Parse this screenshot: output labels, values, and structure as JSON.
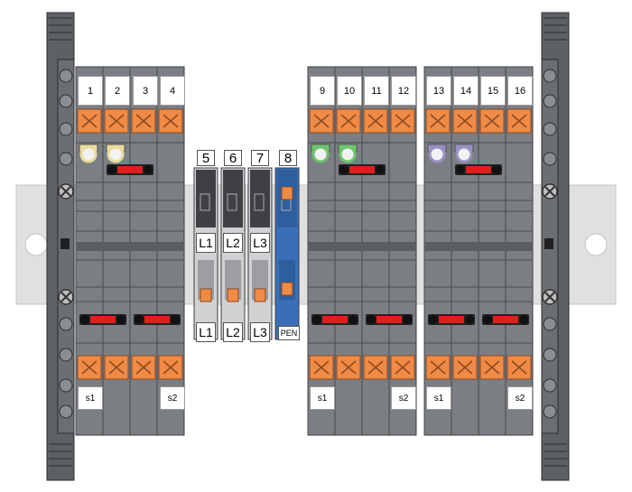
{
  "colors": {
    "background": "#ffffff",
    "din_rail": "#e0e0e0",
    "end_bracket": "#5d6064",
    "terminal_body": "#7b7f84",
    "push_lever": "#f08a45",
    "bridge": "#e01e1e",
    "pen_terminal": "#3a6fb7",
    "terminal_dark": "#3e4044",
    "plug_yellow": "#e9dc9c",
    "plug_green": "#6ec56e",
    "plug_violet": "#9a90c4"
  },
  "terminal_numbers": {
    "block_1": [
      "1",
      "2",
      "3",
      "4"
    ],
    "block_2": [
      "9",
      "10",
      "11",
      "12"
    ],
    "block_3": [
      "13",
      "14",
      "15",
      "16"
    ]
  },
  "mid_terminals": [
    "5",
    "6",
    "7",
    "8"
  ],
  "phase_labels_upper": [
    "L1",
    "L2",
    "L3"
  ],
  "phase_labels_lower": [
    "L1",
    "L2",
    "L3",
    "PEN"
  ],
  "signal_labels": {
    "block_1": [
      "s1",
      "s2"
    ],
    "block_2": [
      "s1",
      "s2"
    ],
    "block_3": [
      "s1",
      "s2"
    ]
  },
  "icons": {
    "left_end_bracket": "end-bracket",
    "right_end_bracket": "end-bracket",
    "screw": "screw-icon",
    "bridge": "jumper-bridge",
    "lever": "push-lever"
  }
}
